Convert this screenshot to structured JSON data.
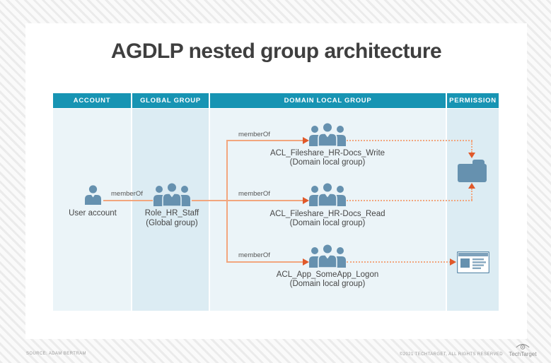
{
  "title": "AGDLP nested group architecture",
  "columns": [
    {
      "id": "account",
      "label": "ACCOUNT"
    },
    {
      "id": "global-group",
      "label": "GLOBAL GROUP"
    },
    {
      "id": "domain-local-group",
      "label": "DOMAIN LOCAL GROUP"
    },
    {
      "id": "permission",
      "label": "PERMISSION"
    }
  ],
  "nodes": {
    "user": {
      "label": "User account"
    },
    "global_group": {
      "name": "Role_HR_Staff",
      "type": "(Global group)"
    },
    "dl_write": {
      "name": "ACL_Fileshare_HR-Docs_Write",
      "type": "(Domain local group)"
    },
    "dl_read": {
      "name": "ACL_Fileshare_HR-Docs_Read",
      "type": "(Domain local group)"
    },
    "dl_logon": {
      "name": "ACL_App_SomeApp_Logon",
      "type": "(Domain local group)"
    }
  },
  "edges": [
    {
      "from": "User account",
      "to": "Role_HR_Staff",
      "label": "memberOf"
    },
    {
      "from": "Role_HR_Staff",
      "to": "ACL_Fileshare_HR-Docs_Write",
      "label": "memberOf"
    },
    {
      "from": "Role_HR_Staff",
      "to": "ACL_Fileshare_HR-Docs_Read",
      "label": "memberOf"
    },
    {
      "from": "Role_HR_Staff",
      "to": "ACL_App_SomeApp_Logon",
      "label": "memberOf"
    }
  ],
  "permissions": [
    {
      "icon": "folder-icon",
      "granted_by": [
        "ACL_Fileshare_HR-Docs_Write",
        "ACL_Fileshare_HR-Docs_Read"
      ]
    },
    {
      "icon": "application-icon",
      "granted_by": [
        "ACL_App_SomeApp_Logon"
      ]
    }
  ],
  "footer": {
    "source": "SOURCE: ADAM BERTRAM",
    "copyright": "©2021 TECHTARGET, ALL RIGHTS RESERVED",
    "brand": "TechTarget"
  },
  "colors": {
    "accent_teal": "#1794b3",
    "icon_blue": "#6691af",
    "connector_orange": "#f2a67e",
    "arrow_orange": "#e0592a",
    "band_light": "#ebf4f8",
    "band_dark": "#dcecf3"
  }
}
